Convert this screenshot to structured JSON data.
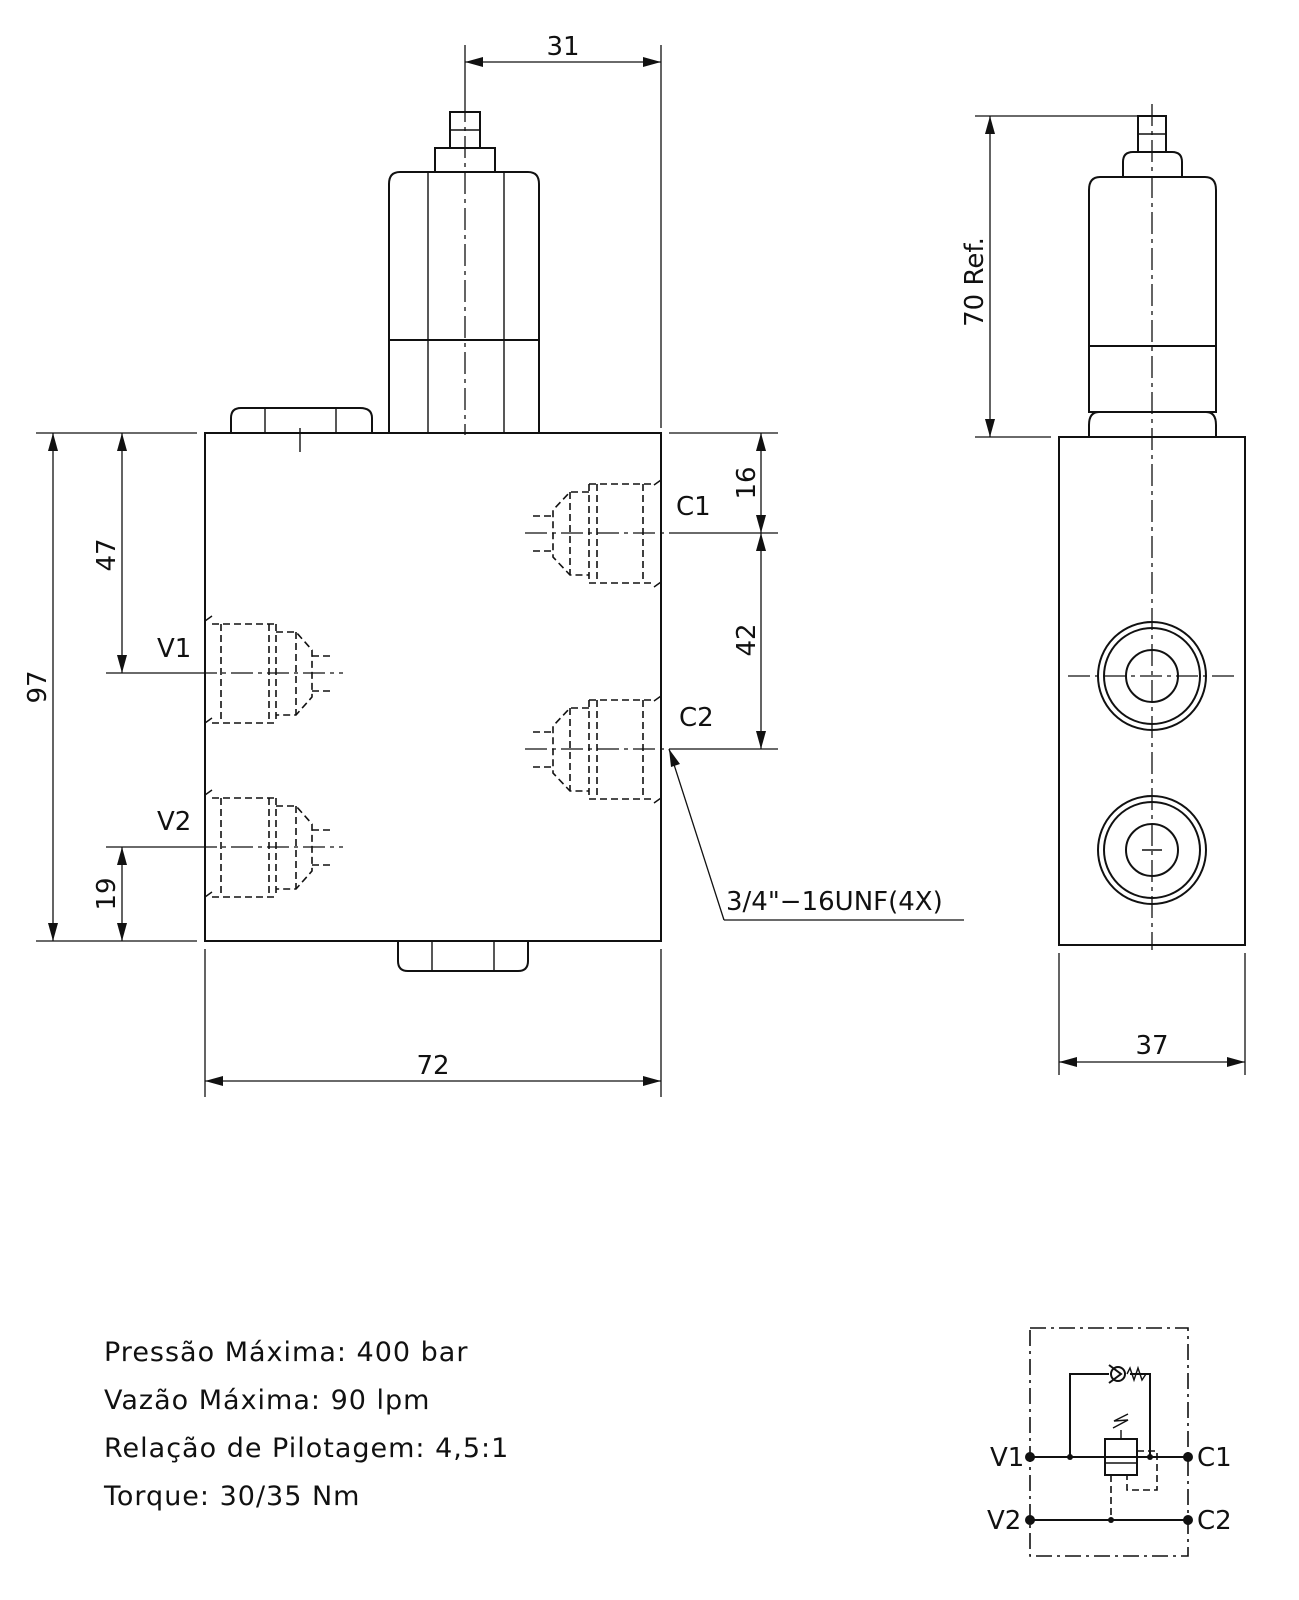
{
  "dimensions": {
    "top_width": "31",
    "height_total": "97",
    "port_v1_offset": "47",
    "port_v2_offset": "19",
    "port_c1_offset": "16",
    "port_c_spacing": "42",
    "body_width": "72",
    "side_height_ref": "70 Ref.",
    "side_width": "37"
  },
  "ports": {
    "v1": "V1",
    "v2": "V2",
    "c1": "C1",
    "c2": "C2"
  },
  "thread_callout": "3/4\"−16UNF(4X)",
  "specs": [
    "Pressão Máxima:  400  bar",
    "Vazão Máxima:  90  lpm",
    "Relação de Pilotagem:  4,5:1",
    "Torque:  30/35  Nm"
  ],
  "schematic": {
    "v1": "V1",
    "v2": "V2",
    "c1": "C1",
    "c2": "C2"
  }
}
